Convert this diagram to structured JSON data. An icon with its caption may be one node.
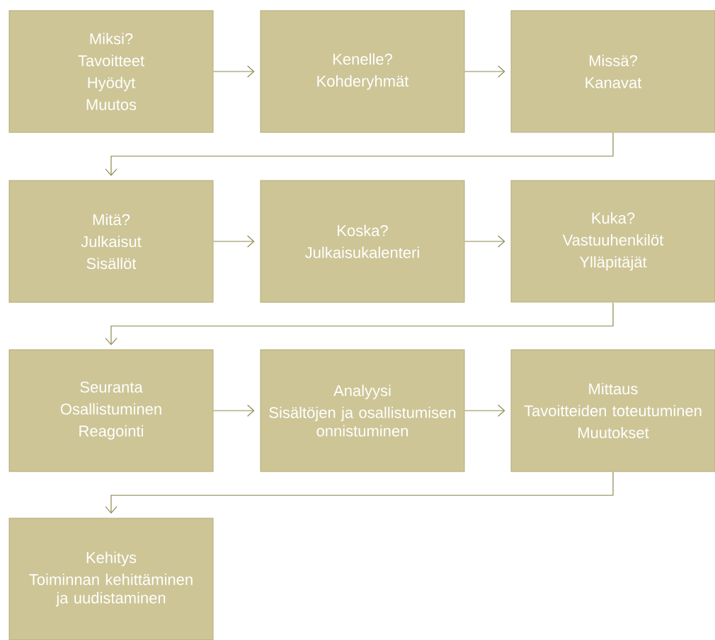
{
  "diagram": {
    "nodes": [
      {
        "text": [
          "Miksi?",
          "Tavoitteet",
          "Hyödyt",
          "Muutos"
        ]
      },
      {
        "text": [
          "Kenelle?",
          "Kohderyhmät"
        ]
      },
      {
        "text": [
          "Missä?",
          "Kanavat"
        ]
      },
      {
        "text": [
          "Mitä?",
          "Julkaisut",
          "Sisällöt"
        ]
      },
      {
        "text": [
          "Koska?",
          "Julkaisukalenteri"
        ]
      },
      {
        "text": [
          "Kuka?",
          "Vastuuhenkilöt",
          "Ylläpitäjät"
        ]
      },
      {
        "text": [
          "Seuranta",
          "Osallistuminen",
          "Reagointi"
        ]
      },
      {
        "text": [
          "Analyysi",
          "Sisältöjen ja osallistumisen onnistuminen"
        ]
      },
      {
        "text": [
          "Mittaus",
          "Tavoitteiden toteutuminen",
          "Muutokset"
        ]
      },
      {
        "text": [
          "Kehitys",
          "Toiminnan kehittäminen ja uudistaminen"
        ]
      }
    ],
    "edges": [
      {
        "from": 0,
        "to": 1,
        "arrow": "to"
      },
      {
        "from": 1,
        "to": 2,
        "arrow": "to"
      },
      {
        "from": 2,
        "to": 3,
        "arrow": "to"
      },
      {
        "from": 3,
        "to": 4,
        "arrow": "to"
      },
      {
        "from": 4,
        "to": 5,
        "arrow": "to"
      },
      {
        "from": 5,
        "to": 6,
        "arrow": "to"
      },
      {
        "from": 6,
        "to": 7,
        "arrow": "to"
      },
      {
        "from": 7,
        "to": 8,
        "arrow": "to"
      },
      {
        "from": 8,
        "to": 9,
        "arrow": "to"
      }
    ]
  }
}
